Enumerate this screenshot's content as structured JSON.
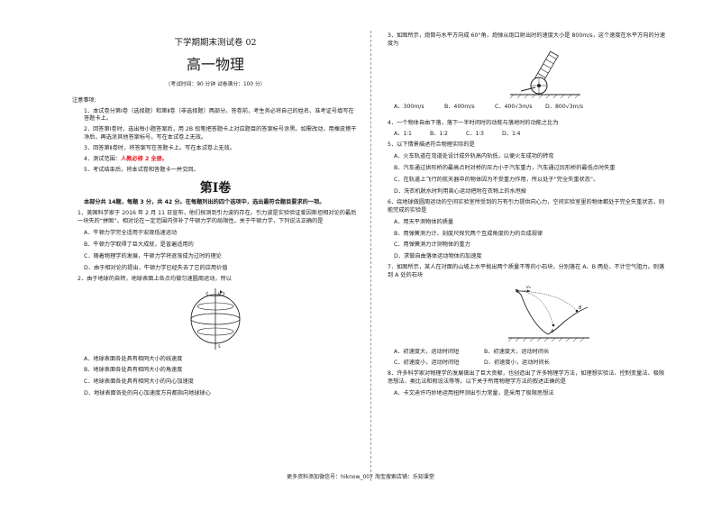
{
  "header": {
    "title_small": "下学期期末测试卷 02",
    "title_large": "高一物理",
    "exam_info": "（考试时间：90 分钟 试卷满分：100 分）"
  },
  "notice": {
    "heading": "注意事项:",
    "item1": "1．本试卷分第Ⅰ卷（选择题）和第Ⅱ卷（非选择题）两部分。答卷前，考生务必将自己的姓名、准考证号填写在答题卡上。",
    "item2": "2．回答第Ⅰ卷时，选出每小题答案后，用 2B 铅笔把答题卡上对应题目的答案标号涂黑。如需改动，用橡皮擦干净后，再选涂其他答案标号。写在本试卷上无效。",
    "item3": "3．回答第Ⅱ卷时，将答案写在答题卡上。写在本试卷上无效。",
    "item4_prefix": "4．测试范围：",
    "item4_red": "人教必修 2 全册。",
    "item5": "5．考试结束后，将本试卷和答题卡一并交回。"
  },
  "section": {
    "volume_title": "第Ⅰ卷",
    "instruction": "本部分共 14题，每题 3 分，共 42 分。在每题列出的四个选项中，选出最符合题目要求的一项。"
  },
  "q1": {
    "stem": "1．美国科学家于 2016 年 2 月 11 日宣布，他们探测到引力波的存在。引力波是实验验证爱因斯坦相对论的最后一块失的“拼图”。相对论在一定范围内弥补了牛顿力学的局限性。关于牛顿力学，下列说法正确的是",
    "a": "A．牛顿力学完全适用于宏观低速运动",
    "b": "B．牛顿力学取得了巨大成就，是普遍适用的",
    "c": "C．随着物理学的发展，牛顿力学将逐渐成为过时的理论",
    "d": "D．由于相对论的提出，牛顿力学已经失去了它的应用价值"
  },
  "q2": {
    "stem": "2．由于地球的自转，地球表面上各点均做匀速圆周运动，所以",
    "a": "A．地球表面各处具有相同大小的线速度",
    "b": "B．地球表面各处具有相同大小的角速度",
    "c": "C．地球表面各处具有相同大小的向心加速度",
    "d": "D．地球表面各处的向心加速度方向都指向地球球心"
  },
  "q3": {
    "stem": "3．如图所示，炮筒与水平方向成 60°角，炮弹从炮口射出时的速度大小是 800m/s，这个速度在水平方向的分速度为",
    "a": "A．300m/s",
    "b": "B．400m/s",
    "c": "C．400√3m/s",
    "d": "D．800√3m/s"
  },
  "q4": {
    "stem": "4．一个物体自由下落，落下一半时间时的动能与落地时的动能之比为",
    "a": "A．1∶1",
    "b": "B．1∶2",
    "c": "C．1∶3",
    "d": "D．1∶4"
  },
  "q5": {
    "stem": "5．以下情景描述符合物理实际的是",
    "a": "A．火车轨道在弯道处设计成外轨高内轨低，以便火车成功的转弯",
    "b": "B．汽车通过拱形桥的最高点时对桥的压力小于汽车重力，汽车通过凹形桥的最低点时失重",
    "c": "C．在轨道上飞行的航天器中的物体因为不受重力作用，所以处于“完全失重状态”。",
    "d": "D．洗衣机脱水时利用离心运动把附在衣物上的水甩掉"
  },
  "q6": {
    "stem": "6．绕地球做圆周运动的空间实验室所受到的万有引力提供向心力，空间实验室里的物体都处于完全失重状态，则能完成的实验是",
    "a": "A．用天平测物体的质量",
    "b": "B．用弹簧测力计、刻度尺探究两个互成角度的力的合成规律",
    "c": "C．用弹簧测力计测物体的重力",
    "d": "D．求做自由落体运动物体的加速度"
  },
  "q7": {
    "stem": "7．如图所示，某人在対面的山坡上水平抛出两个质量不等的小石块，分别落在 A、B 两处，不计空气阻力。则落到 A 处的石块",
    "a": "A．初速度大，运动时间短",
    "b": "B．初速度大，运动时间长",
    "c": "C．初速度小，运动时间短",
    "d": "D．初速度小，运动时间长",
    "label_a": "A",
    "label_b": "B",
    "label_v": "v₀"
  },
  "q8": {
    "stem": "8．许多科学家对物理学的发展做出了巨大贡献，也创造出了许多物理学方法，如理想实验法、控制变量法、极限思想法、类比法和假设法等等。以下关于所用物理学方法的叙述正确的是",
    "a": "A．卡文迪许巧妙地运用扭秤测出引力常量，是采用了极限思想法"
  },
  "footer": {
    "text": "更多资料添加微信号：hiknow_007  淘宝搜索店铺：乐知课堂"
  },
  "colors": {
    "accent_red": "#e8141b"
  }
}
